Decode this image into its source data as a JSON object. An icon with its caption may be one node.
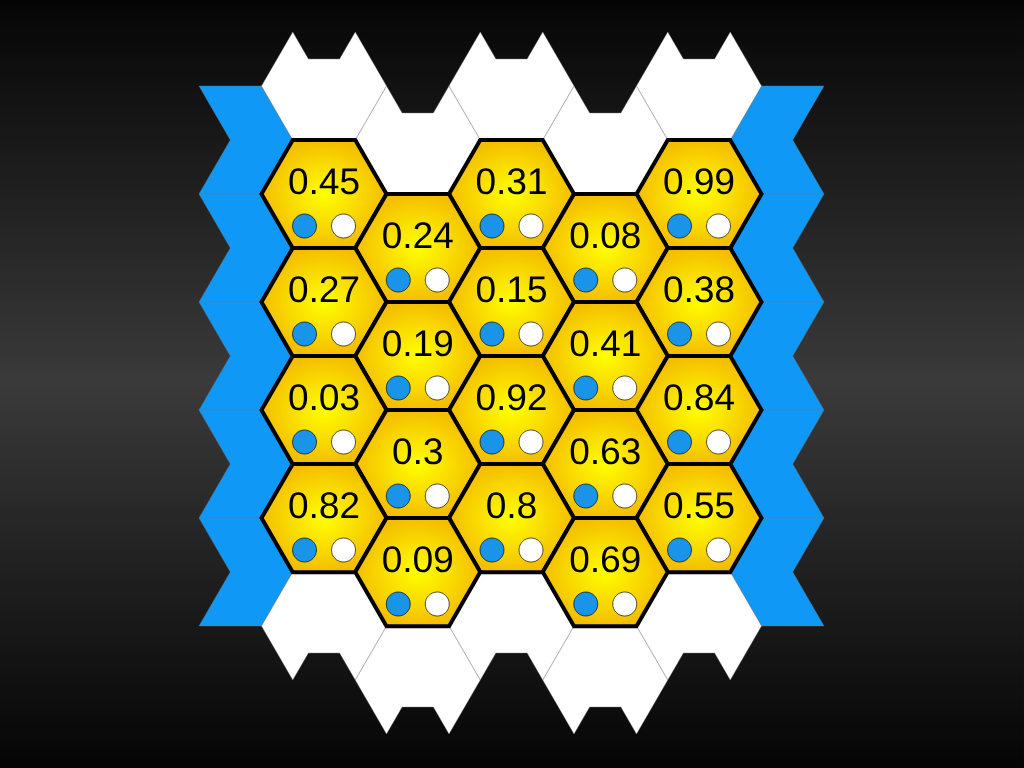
{
  "diagram": {
    "nodes": [
      {
        "text": [
          "0.45"
        ]
      },
      {
        "text": [
          "0.31"
        ]
      },
      {
        "text": [
          "0.99"
        ]
      },
      {
        "text": [
          "0.24"
        ]
      },
      {
        "text": [
          "0.08"
        ]
      },
      {
        "text": [
          "0.27"
        ]
      },
      {
        "text": [
          "0.15"
        ]
      },
      {
        "text": [
          "0.38"
        ]
      },
      {
        "text": [
          "0.19"
        ]
      },
      {
        "text": [
          "0.41"
        ]
      },
      {
        "text": [
          "0.03"
        ]
      },
      {
        "text": [
          "0.92"
        ]
      },
      {
        "text": [
          "0.84"
        ]
      },
      {
        "text": [
          "0.3"
        ]
      },
      {
        "text": [
          "0.63"
        ]
      },
      {
        "text": [
          "0.82"
        ]
      },
      {
        "text": [
          "0.8"
        ]
      },
      {
        "text": [
          "0.55"
        ]
      },
      {
        "text": [
          "0.09"
        ]
      },
      {
        "text": [
          "0.69"
        ]
      }
    ]
  }
}
